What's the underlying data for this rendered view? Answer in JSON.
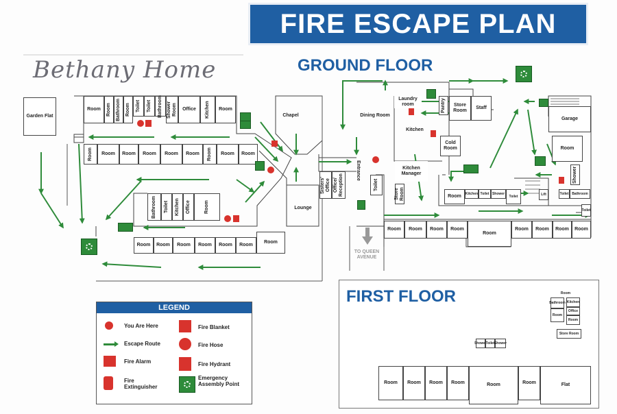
{
  "title": "FIRE ESCAPE PLAN",
  "home_name": "Bethany Home",
  "ground_floor_label": "GROUND FLOOR",
  "first_floor_label": "FIRST FLOOR",
  "to_queen_avenue": "TO QUEEN AVENUE",
  "rooms": {
    "garden_flat": "Garden Flat",
    "room": "Room",
    "bathroom": "Bathroom",
    "toilet": "Toilet",
    "shower_room": "Shower Room",
    "office": "Office",
    "kitchen": "Kitchen",
    "chapel": "Chapel",
    "lounge": "Lounge",
    "sisters_office": "Sisters' Office",
    "office_reception": "Office/ Reception",
    "entrance": "Entrance",
    "dining_room": "Dining Room",
    "laundry_room": "Laundry room",
    "store_room": "Store Room",
    "staff": "Staff",
    "cold_room": "Cold Room",
    "kitchen_manager": "Kitchen Manager",
    "stone_room": "Store Room",
    "garage": "Garage",
    "lift": "Lift",
    "shower": "Shower",
    "flat": "Flat",
    "pantry": "Pantry"
  },
  "legend": {
    "title": "LEGEND",
    "you_are_here": "You Are Here",
    "escape_route": "Escape Route",
    "fire_alarm": "Fire Alarm",
    "fire_extinguisher": "Fire Extinguisher",
    "fire_blanket": "Fire Blanket",
    "fire_hose": "Fire Hose",
    "fire_hydrant": "Fire Hydrant",
    "emergency_assembly": "Emergency Assembly Point"
  },
  "colors": {
    "banner": "#1f5fa3",
    "route": "#2e8b3a",
    "alarm": "#d8332d"
  },
  "icons": [
    "you-are-here-icon",
    "escape-route-arrow-icon",
    "fire-alarm-icon",
    "fire-extinguisher-icon",
    "fire-blanket-icon",
    "fire-hose-icon",
    "fire-hydrant-icon",
    "assembly-point-icon",
    "exit-sign-icon"
  ]
}
